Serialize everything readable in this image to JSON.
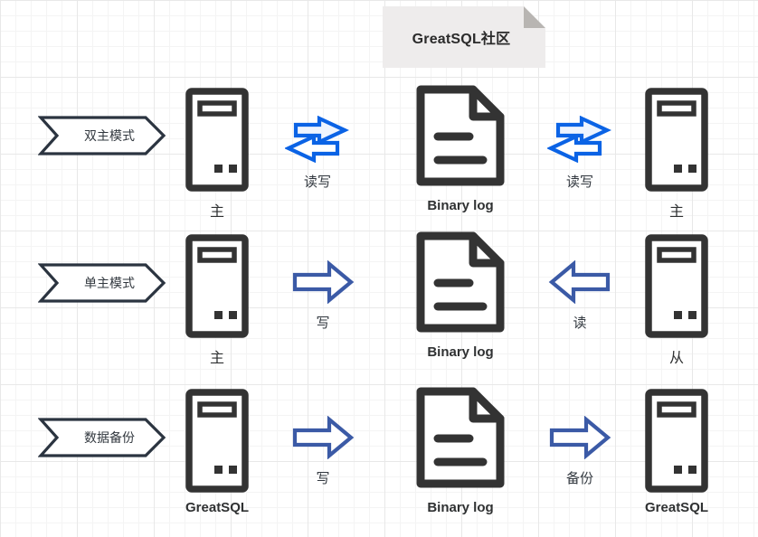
{
  "title_banner": {
    "text": "GreatSQL社区",
    "bg_color": "#eeecec",
    "fold_color": "#b8b5b2",
    "text_color": "#2b2b2b"
  },
  "colors": {
    "icon_dark": "#333333",
    "chevron_stroke": "#2b3440",
    "arrow_bidirectional": "#0b63e5",
    "arrow_single": "#3b5aa6",
    "grid_minor": "#f4f4f4",
    "grid_major": "#e8e8e8",
    "text": "#32383f"
  },
  "rows": [
    {
      "phase_label": "双主模式",
      "left_node": {
        "icon": "server-icon",
        "caption": "主"
      },
      "left_arrow": {
        "icon": "bidirectional-arrow-icon",
        "label": "读写",
        "direction": "both"
      },
      "center_node": {
        "icon": "document-icon",
        "caption": "Binary log"
      },
      "right_arrow": {
        "icon": "bidirectional-arrow-icon",
        "label": "读写",
        "direction": "both"
      },
      "right_node": {
        "icon": "server-icon",
        "caption": "主"
      }
    },
    {
      "phase_label": "单主模式",
      "left_node": {
        "icon": "server-icon",
        "caption": "主"
      },
      "left_arrow": {
        "icon": "arrow-right-icon",
        "label": "写",
        "direction": "right"
      },
      "center_node": {
        "icon": "document-icon",
        "caption": "Binary log"
      },
      "right_arrow": {
        "icon": "arrow-left-icon",
        "label": "读",
        "direction": "left"
      },
      "right_node": {
        "icon": "server-icon",
        "caption": "从"
      }
    },
    {
      "phase_label": "数据备份",
      "left_node": {
        "icon": "server-icon",
        "caption": "GreatSQL"
      },
      "left_arrow": {
        "icon": "arrow-right-icon",
        "label": "写",
        "direction": "right"
      },
      "center_node": {
        "icon": "document-icon",
        "caption": "Binary log"
      },
      "right_arrow": {
        "icon": "arrow-right-icon",
        "label": "备份",
        "direction": "right"
      },
      "right_node": {
        "icon": "server-icon",
        "caption": "GreatSQL"
      }
    }
  ]
}
